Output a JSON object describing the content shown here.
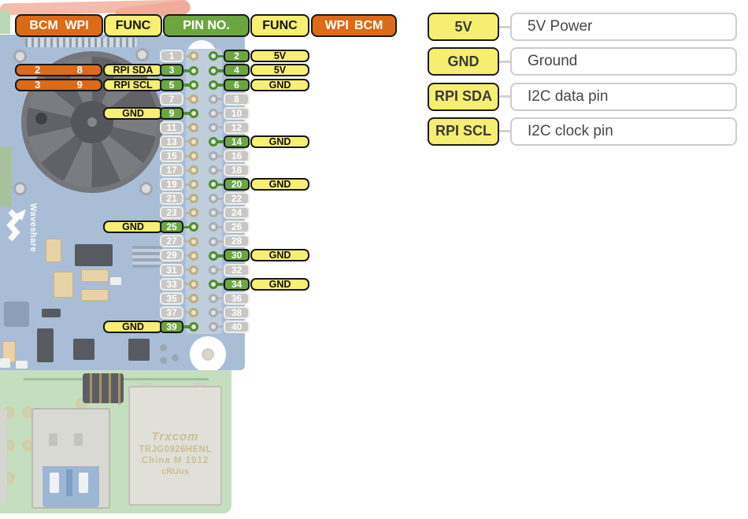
{
  "header": {
    "left_pair": {
      "a": "BCM",
      "b": "WPI"
    },
    "left_func": "FUNC",
    "pin_no": "PIN NO.",
    "right_func": "FUNC",
    "right_pair": {
      "a": "WPI",
      "b": "BCM"
    }
  },
  "pin_rows": [
    {
      "left_pin": "1",
      "right_pin": "2",
      "right_func": "5V"
    },
    {
      "bcm": "2",
      "wpi": "8",
      "left_func": "RPI SDA",
      "left_pin": "3",
      "right_pin": "4",
      "right_func": "5V"
    },
    {
      "bcm": "3",
      "wpi": "9",
      "left_func": "RPI SCL",
      "left_pin": "5",
      "right_pin": "6",
      "right_func": "GND"
    },
    {
      "left_pin": "7",
      "right_pin": "8"
    },
    {
      "left_func": "GND",
      "left_pin": "9",
      "right_pin": "10"
    },
    {
      "left_pin": "11",
      "right_pin": "12"
    },
    {
      "left_pin": "13",
      "right_pin": "14",
      "right_func": "GND"
    },
    {
      "left_pin": "15",
      "right_pin": "16"
    },
    {
      "left_pin": "17",
      "right_pin": "18"
    },
    {
      "left_pin": "19",
      "right_pin": "20",
      "right_func": "GND"
    },
    {
      "left_pin": "21",
      "right_pin": "22"
    },
    {
      "left_pin": "23",
      "right_pin": "24"
    },
    {
      "left_func": "GND",
      "left_pin": "25",
      "right_pin": "26"
    },
    {
      "left_pin": "27",
      "right_pin": "28"
    },
    {
      "left_pin": "29",
      "right_pin": "30",
      "right_func": "GND"
    },
    {
      "left_pin": "31",
      "right_pin": "32"
    },
    {
      "left_pin": "33",
      "right_pin": "34",
      "right_func": "GND"
    },
    {
      "left_pin": "35",
      "right_pin": "36"
    },
    {
      "left_pin": "37",
      "right_pin": "38"
    },
    {
      "left_func": "GND",
      "left_pin": "39",
      "right_pin": "40"
    }
  ],
  "legend": {
    "items": [
      {
        "label": "5V",
        "desc": "5V Power"
      },
      {
        "label": "GND",
        "desc": "Ground"
      },
      {
        "label": "RPI SDA",
        "desc": "I2C data pin"
      },
      {
        "label": "RPI SCL",
        "desc": "I2C clock pin"
      }
    ]
  },
  "board": {
    "logo_text": "Waveshare",
    "ethernet_label_line1": "Trxcom",
    "ethernet_label_line2": "TRJG0926HENL",
    "ethernet_label_line3": "China M 1912",
    "ethernet_label_line4": "cRUus"
  },
  "colors": {
    "power_orange": "#DC6A16",
    "func_yellow": "#F6EF72",
    "pin_green": "#6CA640",
    "pin_gray": "#C9C7C4",
    "badge_border": "#161616",
    "legend_text": "#3A3A3A",
    "board_blue": "#A9BED6",
    "board_green": "#C6DEC0"
  }
}
